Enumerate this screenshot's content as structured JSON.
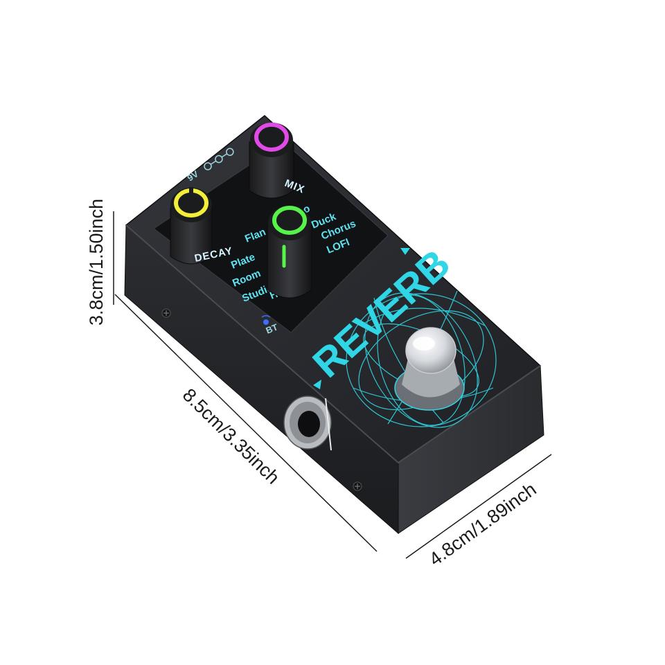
{
  "dimensions": {
    "height_label": "3.8cm/1.50inch",
    "length_label": "8.5cm/3.35inch",
    "width_label": "4.8cm/1.89inch"
  },
  "pedal": {
    "brand_text": "REVERB",
    "knobs": {
      "left_label": "DECAY",
      "top_label": "MIX"
    },
    "power_label": "9V",
    "bluetooth_label": "BT",
    "modes_left": [
      "Flan",
      "Plate",
      "Room",
      "Studio",
      "Hall"
    ],
    "modes_right": [
      "o",
      "Duck",
      "Chorus",
      "LOFI"
    ],
    "colors": {
      "body": "#2a2b2f",
      "panel": "#111214",
      "accent_cyan": "#31d6e6",
      "knob_ring_yellow": "#f2ee3a",
      "knob_ring_magenta": "#e04be8",
      "knob_ring_green": "#57f24a"
    }
  }
}
